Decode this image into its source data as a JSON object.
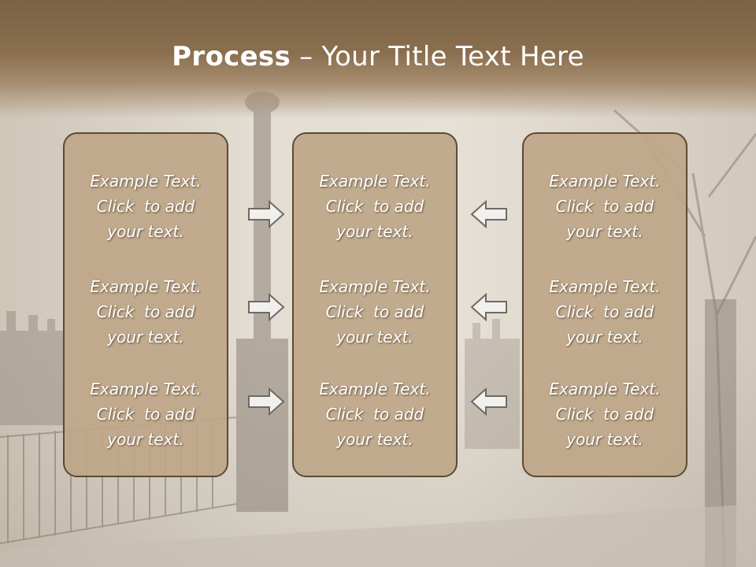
{
  "slide": {
    "title_strong": "Process",
    "title_dash": " – ",
    "title_rest": "Your Title Text Here"
  },
  "columns": [
    {
      "items": [
        {
          "line1": "Example Text.",
          "line2": "Click  to add",
          "line3": "your text."
        },
        {
          "line1": "Example Text.",
          "line2": "Click  to add",
          "line3": "your text."
        },
        {
          "line1": "Example Text.",
          "line2": "Click  to add",
          "line3": "your text."
        }
      ]
    },
    {
      "items": [
        {
          "line1": "Example Text.",
          "line2": "Click  to add",
          "line3": "your text."
        },
        {
          "line1": "Example Text.",
          "line2": "Click  to add",
          "line3": "your text."
        },
        {
          "line1": "Example Text.",
          "line2": "Click  to add",
          "line3": "your text."
        }
      ]
    },
    {
      "items": [
        {
          "line1": "Example Text.",
          "line2": "Click  to add",
          "line3": "your text."
        },
        {
          "line1": "Example Text.",
          "line2": "Click  to add",
          "line3": "your text."
        },
        {
          "line1": "Example Text.",
          "line2": "Click  to add",
          "line3": "your text."
        }
      ]
    }
  ],
  "arrows": {
    "left_group": [
      "arrow-right-icon",
      "arrow-right-icon",
      "arrow-right-icon"
    ],
    "right_group": [
      "arrow-left-icon",
      "arrow-left-icon",
      "arrow-left-icon"
    ]
  },
  "colors": {
    "title_band": "#7a6246",
    "box_fill": "#bea688",
    "box_border": "#5b4a36",
    "text": "#ffffff"
  }
}
